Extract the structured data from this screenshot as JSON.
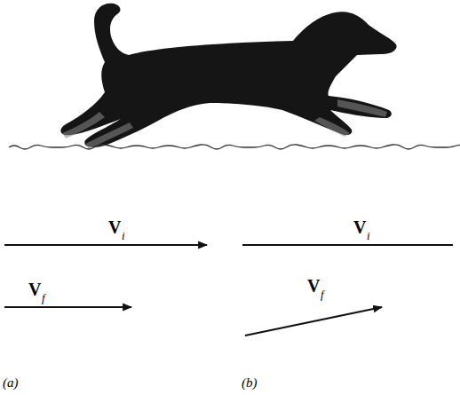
{
  "diagram": {
    "labels": [
      "V",
      "i",
      "V",
      "f",
      "V",
      "i",
      "V",
      "f",
      "(a)",
      "(b)"
    ]
  }
}
